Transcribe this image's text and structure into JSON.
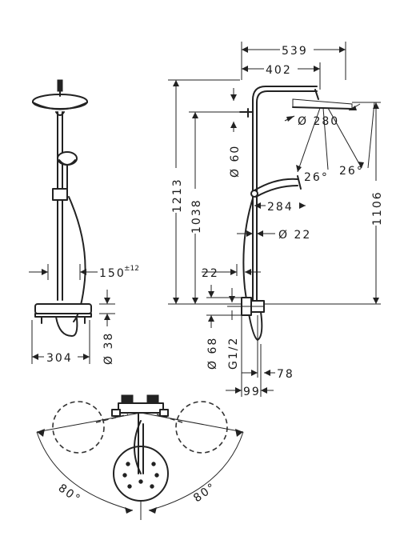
{
  "diagram": {
    "dimensions": {
      "total_width": "539",
      "arm_length": "402",
      "head_diameter": "Ø 280",
      "head_angle_left": "26°",
      "head_angle_right": "26°",
      "height_total": "1213",
      "height_bar": "1038",
      "height_right": "1106",
      "wall_bracket": "Ø 60",
      "hand_shower_offset": "284",
      "rail_diameter": "Ø 22",
      "rail_offset": "22",
      "connection_diameter": "Ø 68",
      "thread": "G1/2",
      "depth": "78",
      "spacing": "99",
      "mixer_spacing": "150",
      "mixer_spacing_tol": "±12",
      "mixer_width": "304",
      "mixer_inlet": "Ø 38",
      "rotation_left": "80°",
      "rotation_right": "80°"
    }
  }
}
